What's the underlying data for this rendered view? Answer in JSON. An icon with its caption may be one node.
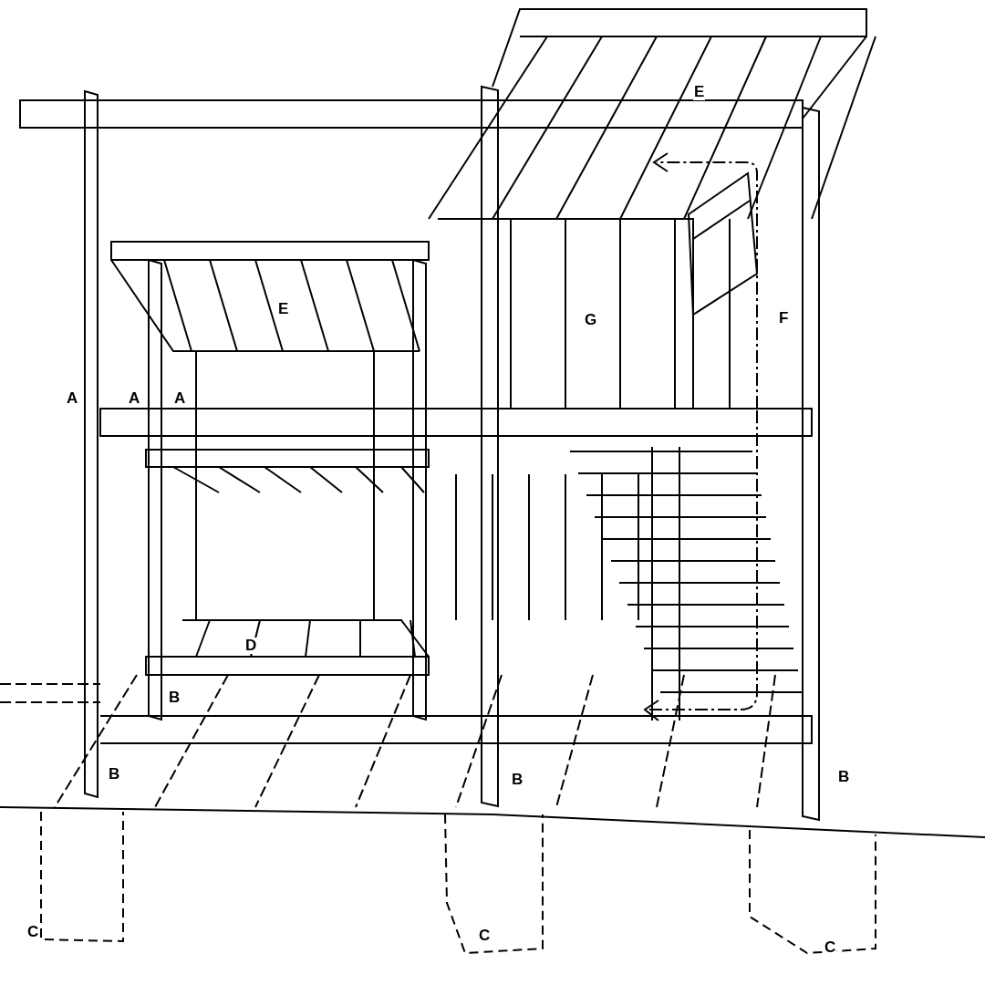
{
  "diagram": {
    "labels": [
      "E",
      "E",
      "G",
      "F",
      "A",
      "A",
      "A",
      "D",
      "B",
      "B",
      "B",
      "B",
      "C",
      "C",
      "C"
    ]
  }
}
